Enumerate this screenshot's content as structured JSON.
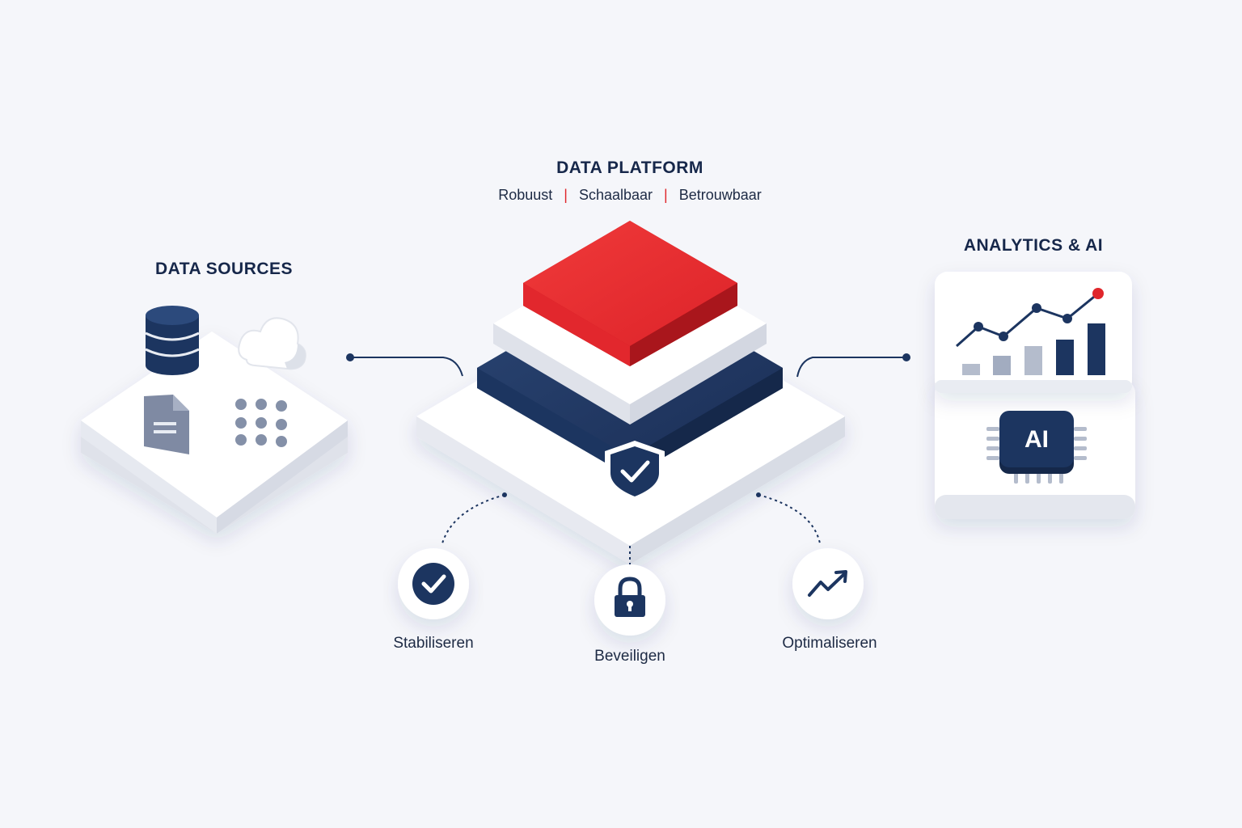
{
  "platform": {
    "title": "DATA PLATFORM",
    "attributes": [
      "Robuust",
      "Schaalbaar",
      "Betrouwbaar"
    ],
    "separator": "|"
  },
  "sources": {
    "title": "DATA SOURCES",
    "icons": [
      "database-icon",
      "cloud-icon",
      "document-icon",
      "dot-grid-icon"
    ]
  },
  "analytics": {
    "title": "ANALYTICS & AI",
    "chip_text": "AI",
    "icons": [
      "line-chart-icon",
      "bar-chart-icon",
      "ai-chip-icon"
    ]
  },
  "steps": [
    {
      "label": "Stabiliseren",
      "icon": "check-circle-icon"
    },
    {
      "label": "Beveiligen",
      "icon": "padlock-icon"
    },
    {
      "label": "Optimaliseren",
      "icon": "trend-up-icon"
    }
  ],
  "colors": {
    "navy": "#1c3560",
    "red": "#e0262b",
    "background": "#f5f6fa",
    "platform_white": "#ffffff"
  }
}
